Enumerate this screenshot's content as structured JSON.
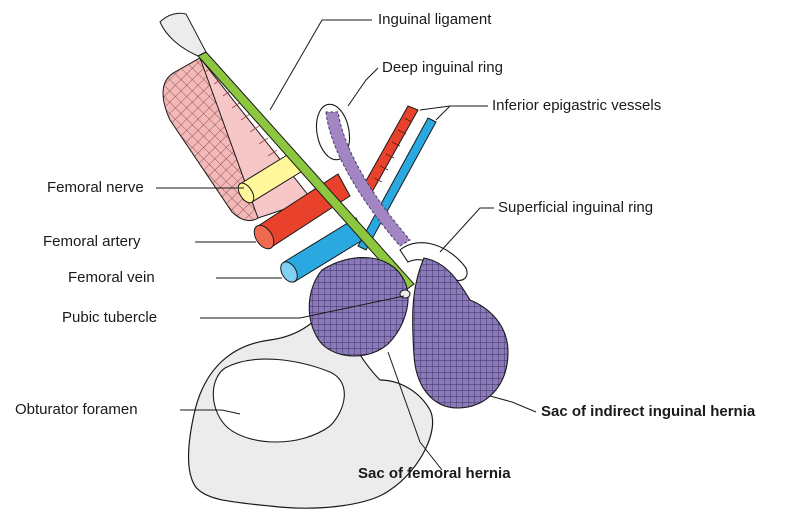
{
  "labels": {
    "inguinal_ligament": "Inguinal ligament",
    "deep_inguinal_ring": "Deep inguinal ring",
    "inferior_epigastric_vessels": "Inferior epigastric vessels",
    "superficial_inguinal_ring": "Superficial inguinal ring",
    "femoral_nerve": "Femoral nerve",
    "femoral_artery": "Femoral artery",
    "femoral_vein": "Femoral vein",
    "pubic_tubercle": "Pubic tubercle",
    "obturator_foramen": "Obturator foramen",
    "sac_indirect_inguinal_hernia": "Sac of indirect inguinal hernia",
    "sac_femoral_hernia": "Sac of femoral hernia"
  },
  "colors": {
    "bone": "#ececec",
    "ligament": "#8dc63f",
    "nerve": "#fff799",
    "artery": "#e8412c",
    "vein": "#29a9e0",
    "spermatic_cord": "#a286c4",
    "hernia_sac": "#8a7ab8",
    "muscle": "#f7c7c7"
  }
}
